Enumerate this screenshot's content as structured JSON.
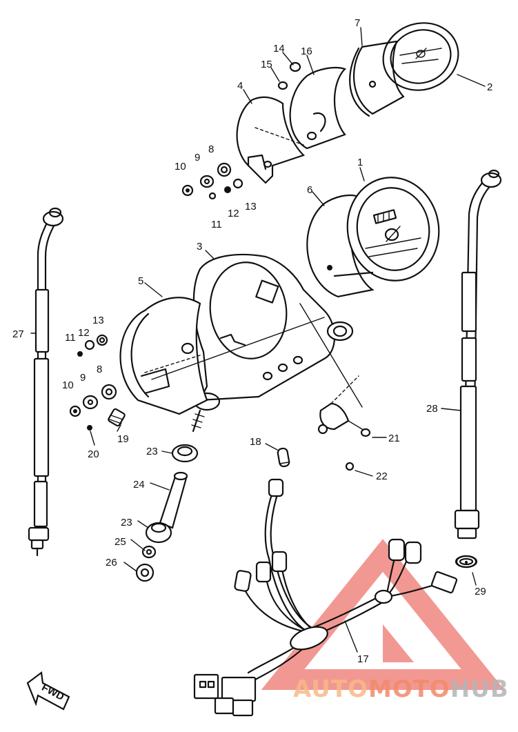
{
  "labels": [
    {
      "id": "1",
      "text": "1"
    },
    {
      "id": "2",
      "text": "2"
    },
    {
      "id": "3",
      "text": "3"
    },
    {
      "id": "4",
      "text": "4"
    },
    {
      "id": "5",
      "text": "5"
    },
    {
      "id": "6",
      "text": "6"
    },
    {
      "id": "7",
      "text": "7"
    },
    {
      "id": "8a",
      "text": "8"
    },
    {
      "id": "9a",
      "text": "9"
    },
    {
      "id": "10a",
      "text": "10"
    },
    {
      "id": "11a",
      "text": "11"
    },
    {
      "id": "12a",
      "text": "12"
    },
    {
      "id": "13a",
      "text": "13"
    },
    {
      "id": "8b",
      "text": "8"
    },
    {
      "id": "9b",
      "text": "9"
    },
    {
      "id": "10b",
      "text": "10"
    },
    {
      "id": "11b",
      "text": "11"
    },
    {
      "id": "12b",
      "text": "12"
    },
    {
      "id": "13b",
      "text": "13"
    },
    {
      "id": "14",
      "text": "14"
    },
    {
      "id": "15",
      "text": "15"
    },
    {
      "id": "16",
      "text": "16"
    },
    {
      "id": "17",
      "text": "17"
    },
    {
      "id": "18",
      "text": "18"
    },
    {
      "id": "19",
      "text": "19"
    },
    {
      "id": "20",
      "text": "20"
    },
    {
      "id": "21",
      "text": "21"
    },
    {
      "id": "22",
      "text": "22"
    },
    {
      "id": "23a",
      "text": "23"
    },
    {
      "id": "23b",
      "text": "23"
    },
    {
      "id": "24",
      "text": "24"
    },
    {
      "id": "25",
      "text": "25"
    },
    {
      "id": "26",
      "text": "26"
    },
    {
      "id": "27",
      "text": "27"
    },
    {
      "id": "28",
      "text": "28"
    },
    {
      "id": "29",
      "text": "29"
    }
  ],
  "fwd_arrow_text": "FWD",
  "watermark": {
    "part1": "AUTO",
    "part2": "MOTO",
    "part3": "HUB",
    "color_light": "#f7b98a",
    "color_mid": "#f28a6a",
    "color_dark": "#b5b5b5",
    "triangle_color": "#e8453c"
  }
}
